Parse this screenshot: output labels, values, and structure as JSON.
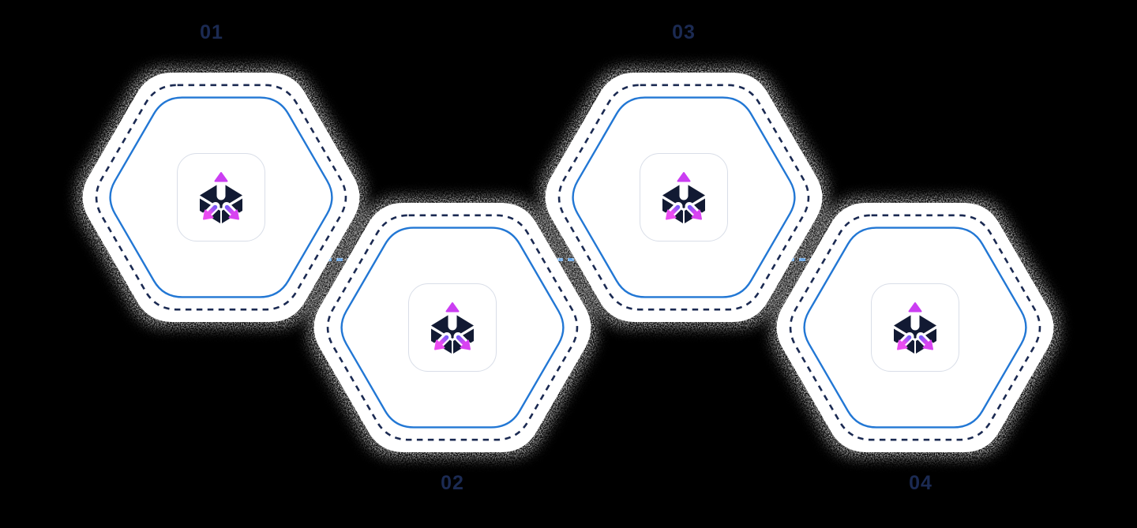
{
  "diagram": {
    "type": "hexagon-process-flow",
    "steps": [
      {
        "label": "01",
        "icon": "3d-cube-arrows-icon",
        "row": "top"
      },
      {
        "label": "02",
        "icon": "3d-cube-arrows-icon",
        "row": "bottom"
      },
      {
        "label": "03",
        "icon": "3d-cube-arrows-icon",
        "row": "top"
      },
      {
        "label": "04",
        "icon": "3d-cube-arrows-icon",
        "row": "bottom"
      }
    ],
    "connector_style": "dashed",
    "colors": {
      "background": "#000000",
      "label": "#1b2a52",
      "hex_fill": "#ffffff",
      "dashed_outline": "#1b2a52",
      "inner_outline": "#2277d4",
      "connector": "#2e86e0",
      "cube": "#121a33",
      "icon_box_border": "#d9dee8",
      "arrow_start": "#7b5af6",
      "arrow_up_end": "#cb3ef2",
      "arrow_left_end": "#ea4cf1",
      "arrow_right_end": "#d843f1"
    }
  }
}
